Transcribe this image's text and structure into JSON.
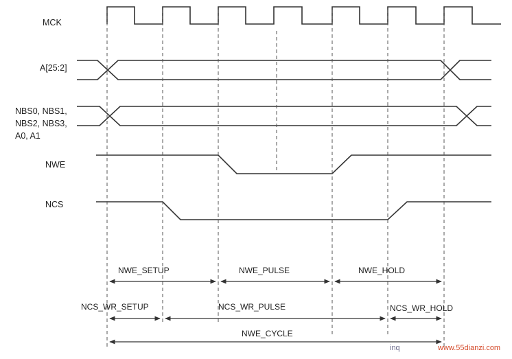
{
  "signals": {
    "mck": "MCK",
    "addr": "A[25:2]",
    "nbs_line1": "NBS0, NBS1,",
    "nbs_line2": "NBS2, NBS3,",
    "nbs_line3": "A0, A1",
    "nwe": "NWE",
    "ncs": "NCS"
  },
  "measurements": {
    "nwe_setup": "NWE_SETUP",
    "nwe_pulse": "NWE_PULSE",
    "nwe_hold": "NWE_HOLD",
    "ncs_wr_setup": "NCS_WR_SETUP",
    "ncs_wr_pulse": "NCS_WR_PULSE",
    "ncs_wr_hold": "NCS_WR_HOLD",
    "nwe_cycle": "NWE_CYCLE"
  },
  "watermark": {
    "left": "inq",
    "right": "www.55dianzi.com"
  }
}
